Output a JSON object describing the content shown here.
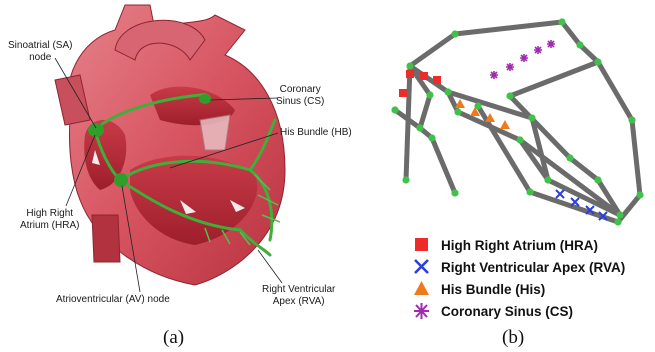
{
  "panel_a": {
    "caption": "(a)",
    "annotations": {
      "sa_node": "Sinoatrial (SA)\nnode",
      "coronary_sinus": "Coronary\nSinus (CS)",
      "his_bundle": "His Bundle (HB)",
      "hra": "High Right\nAtrium (HRA)",
      "av_node": "Atrioventricular (AV) node",
      "rva": "Right Ventricular\nApex (RVA)"
    }
  },
  "panel_b": {
    "caption": "(b)",
    "legend": [
      {
        "label": "High Right Atrium (HRA)",
        "marker": "square",
        "color": "#ee2b2b"
      },
      {
        "label": "Right Ventricular Apex (RVA)",
        "marker": "x",
        "color": "#2a3fe0"
      },
      {
        "label": "His Bundle (His)",
        "marker": "triangle",
        "color": "#f07a1a"
      },
      {
        "label": "Coronary Sinus (CS)",
        "marker": "asterisk",
        "color": "#a22ab0"
      }
    ],
    "colors": {
      "edges": "#6b6b6b",
      "nodes": "#3fc14a"
    }
  }
}
